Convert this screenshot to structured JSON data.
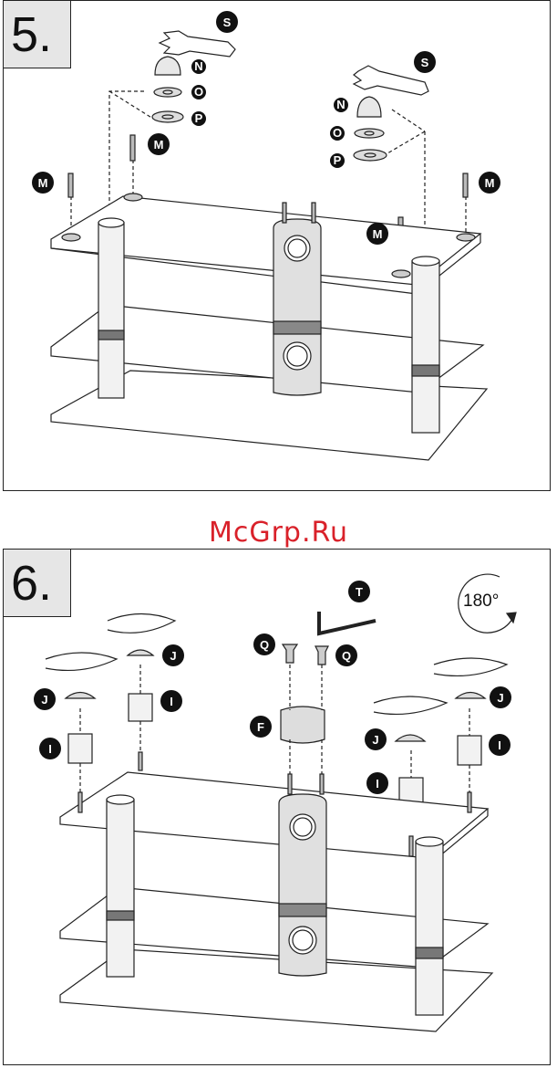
{
  "watermark": "McGrp.Ru",
  "steps": [
    {
      "number": "5.",
      "parts": [
        "S",
        "N",
        "O",
        "P",
        "M"
      ]
    },
    {
      "number": "6.",
      "parts": [
        "T",
        "Q",
        "F",
        "J",
        "I"
      ],
      "rotation": "180°"
    }
  ],
  "colors": {
    "frame": "#222222",
    "step_box": "#e6e6e6",
    "watermark": "#d9212a",
    "badge": "#111111"
  }
}
